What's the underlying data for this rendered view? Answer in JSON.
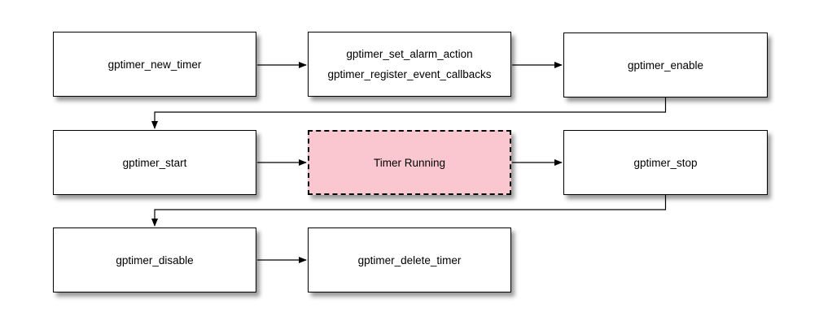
{
  "colors": {
    "background": "#ffffff",
    "node_fill": "#ffffff",
    "node_border": "#000000",
    "highlight_fill": "#fac7d0",
    "text": "#000000",
    "connector": "#000000"
  },
  "nodes": {
    "new_timer": {
      "label": "gptimer_new_timer"
    },
    "configure": {
      "lines": [
        "gptimer_set_alarm_action",
        "gptimer_register_event_callbacks"
      ]
    },
    "enable": {
      "label": "gptimer_enable"
    },
    "start": {
      "label": "gptimer_start"
    },
    "timer_running": {
      "label": "Timer Running"
    },
    "stop": {
      "label": "gptimer_stop"
    },
    "disable": {
      "label": "gptimer_disable"
    },
    "delete_timer": {
      "label": "gptimer_delete_timer"
    }
  }
}
